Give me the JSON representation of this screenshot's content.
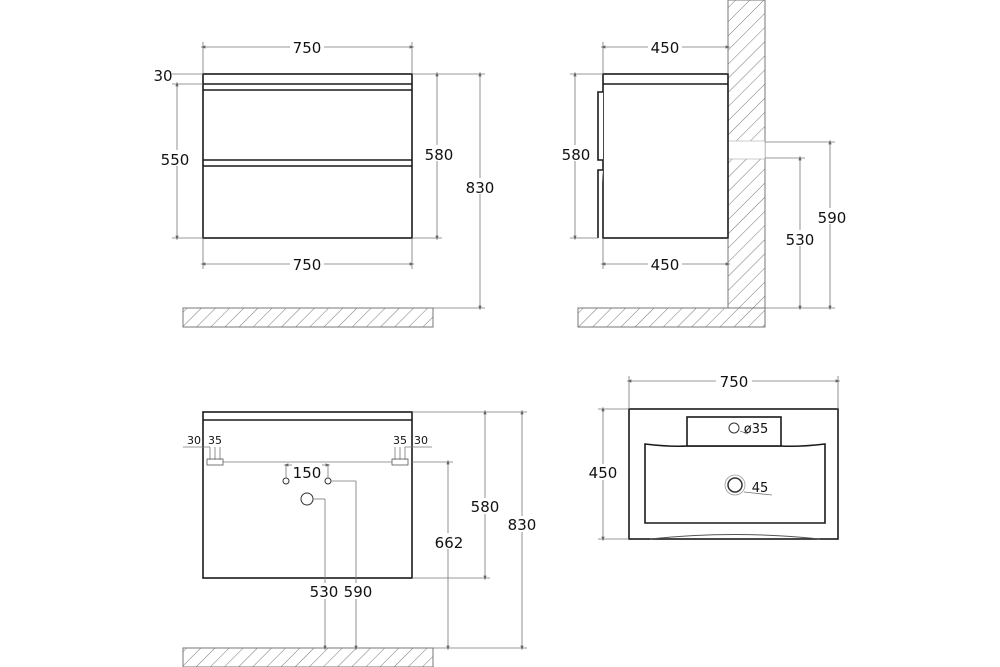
{
  "front_view": {
    "width_top": "750",
    "top_thickness": "30",
    "drawer_height": "550",
    "body_height": "580",
    "total_height": "830",
    "width_bottom": "750"
  },
  "side_view": {
    "depth_top": "450",
    "body_height": "580",
    "pipe_upper": "590",
    "pipe_lower": "530",
    "depth_bottom": "450"
  },
  "back_view": {
    "left_offset": "30",
    "left_bracket": "35",
    "right_bracket": "35",
    "right_offset": "30",
    "pipe_spacing": "150",
    "drain_height": "530",
    "supply_height": "590",
    "bracket_height": "662",
    "body_height": "580",
    "total_height": "830"
  },
  "top_view": {
    "width": "750",
    "depth": "450",
    "tap_hole": "ø35",
    "drain": "45"
  }
}
